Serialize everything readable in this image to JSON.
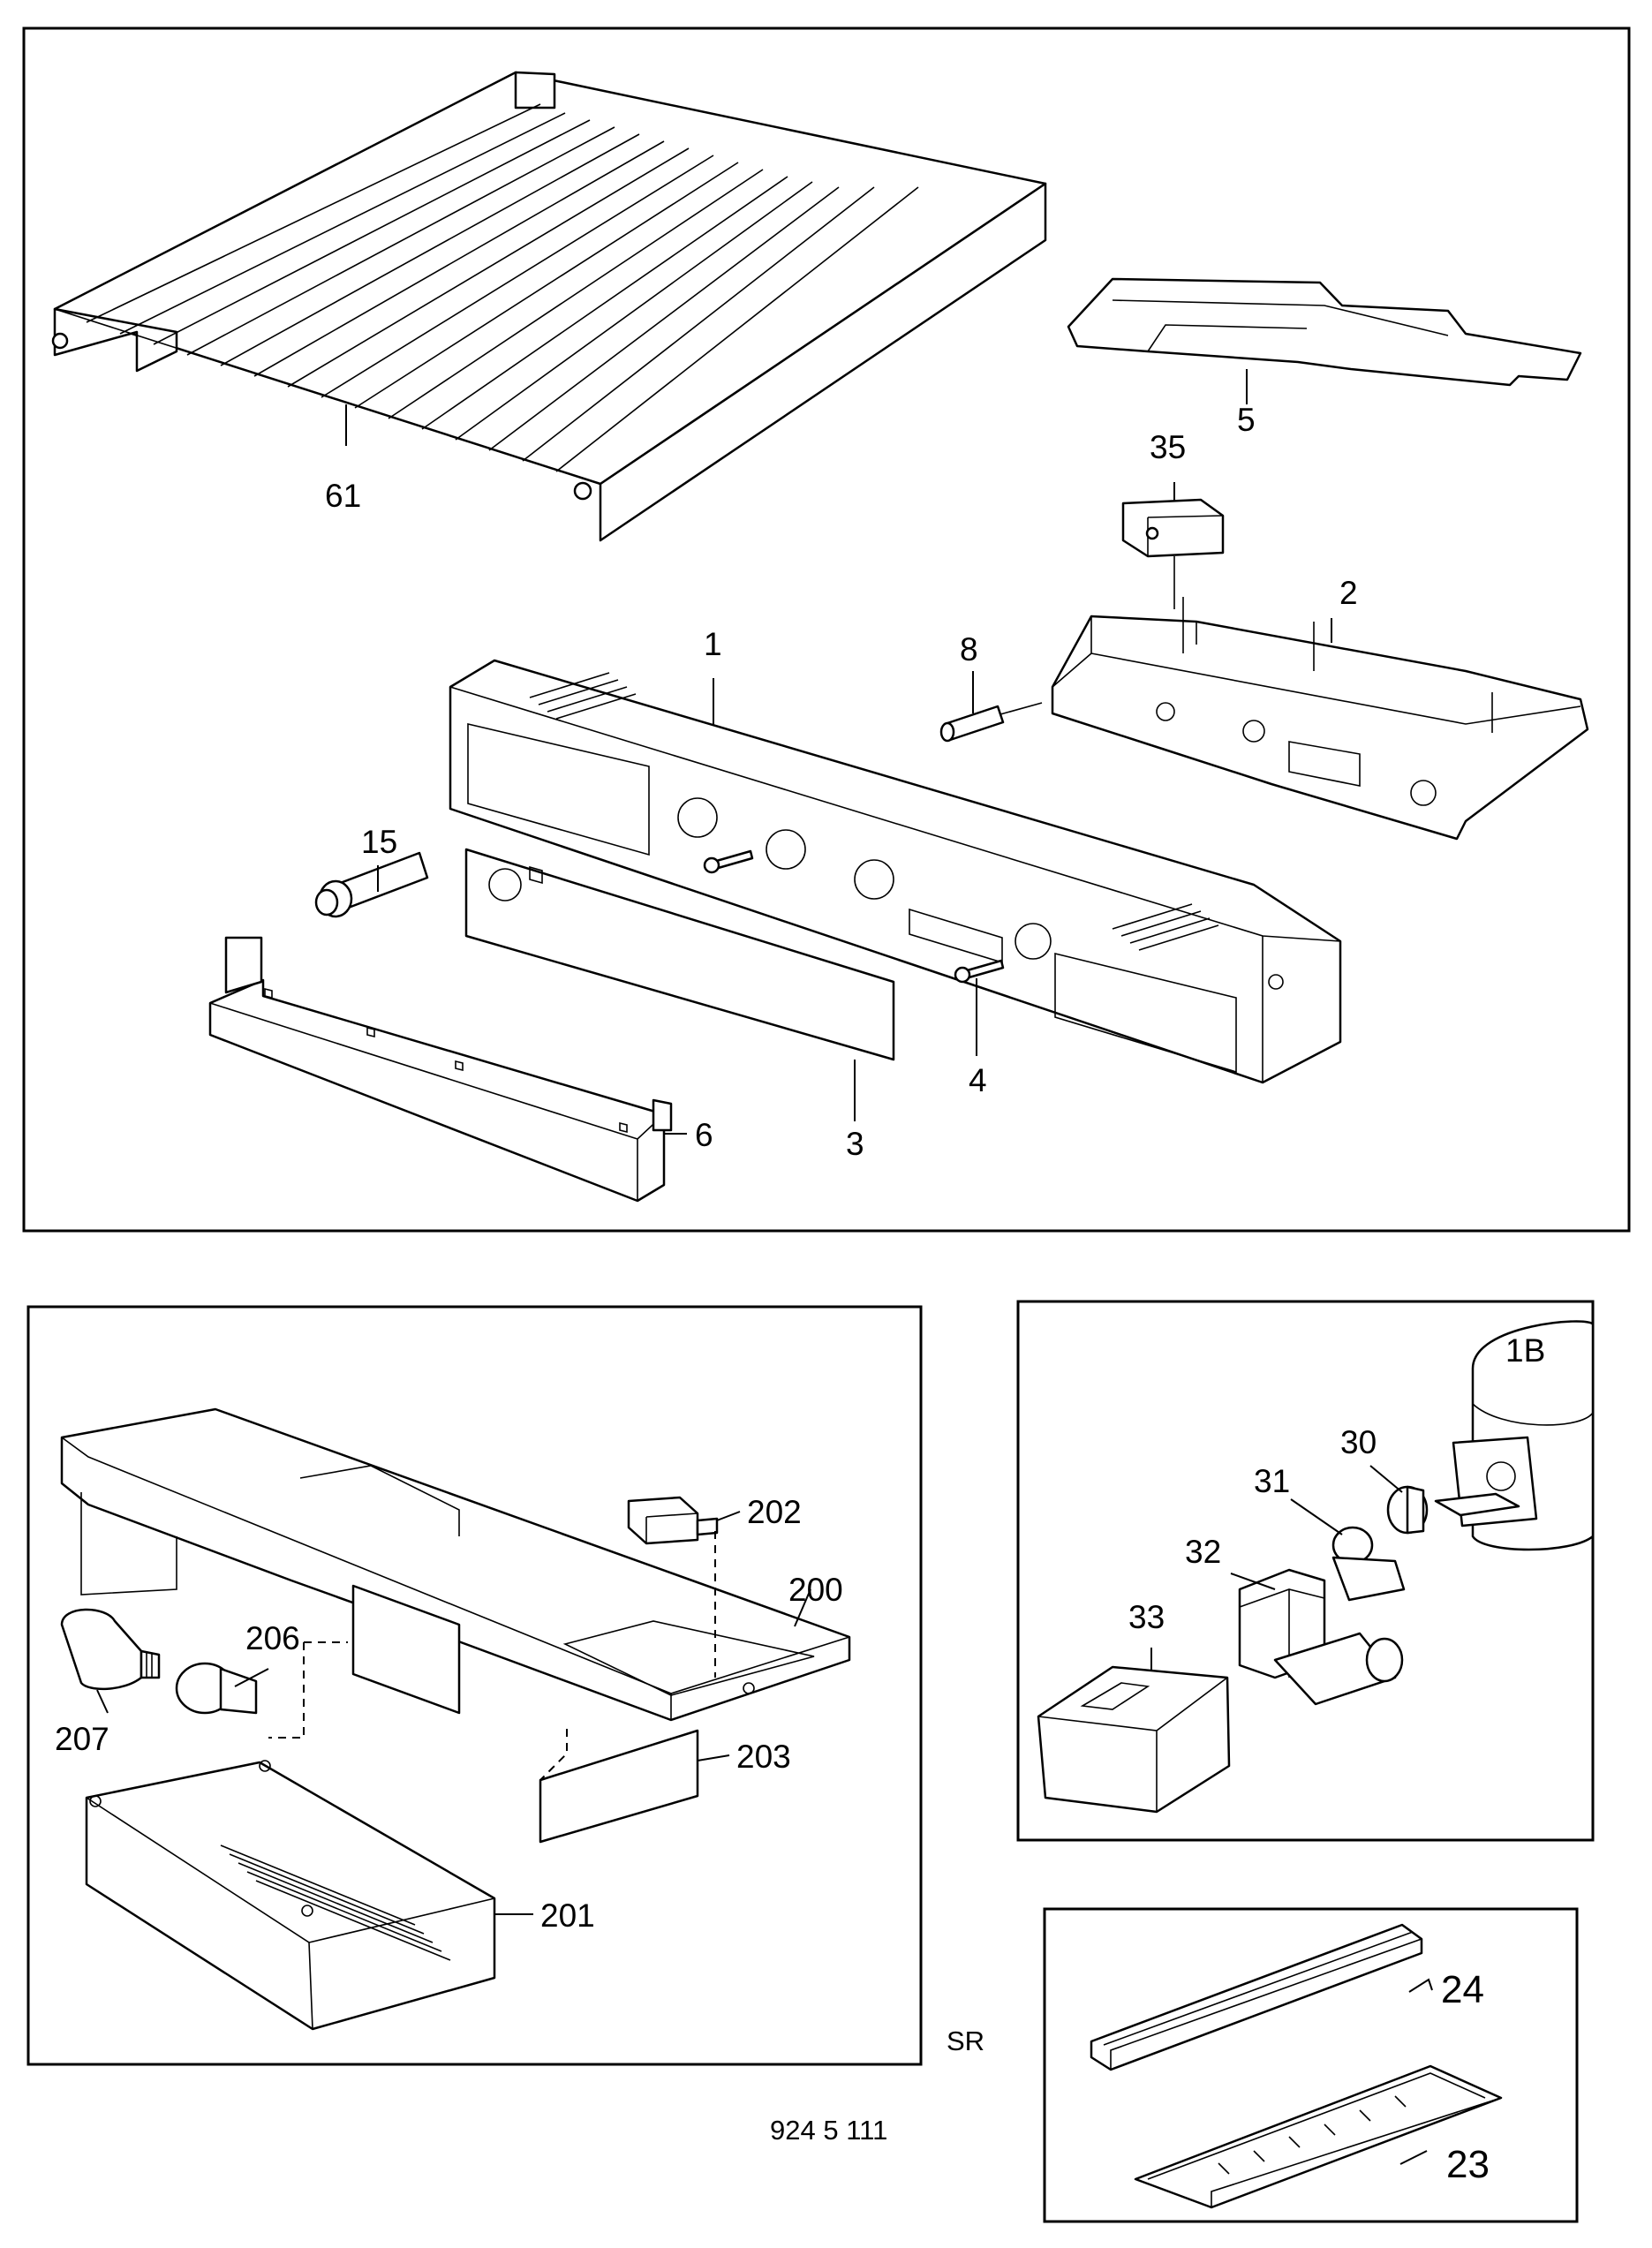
{
  "parts": {
    "p1": "1",
    "p2": "2",
    "p3": "3",
    "p4": "4",
    "p5": "5",
    "p6": "6",
    "p8": "8",
    "p15": "15",
    "p35": "35",
    "p61": "61",
    "p200": "200",
    "p201": "201",
    "p202": "202",
    "p203": "203",
    "p206": "206",
    "p207": "207",
    "p30": "30",
    "p31": "31",
    "p32": "32",
    "p33": "33",
    "p1B": "1B",
    "p23": "23",
    "p24": "24"
  },
  "notes": {
    "sr": "SR",
    "drawing_number": "924 5 111"
  }
}
